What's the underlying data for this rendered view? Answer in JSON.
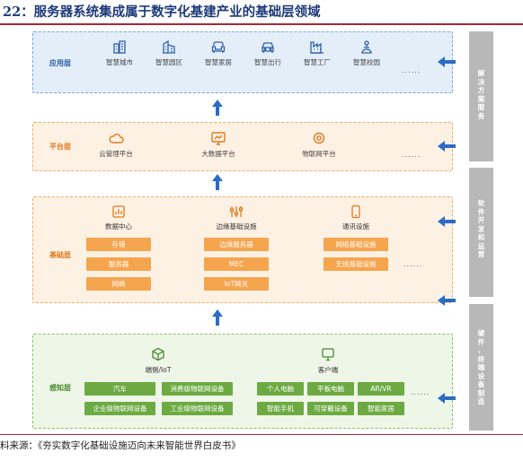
{
  "title": "22：服务器系统集成属于数字化基建产业的基础层领域",
  "footer": "料来源：《夯实数字化基础设施迈向未来智能世界白皮书》",
  "colors": {
    "blue": "#2b5fa9",
    "orange": "#f5a54e",
    "green": "#6daa43",
    "side": "#b8b8b8"
  },
  "application": {
    "label": "应用层",
    "items": [
      {
        "label": "智慧城市",
        "icon": "city-icon"
      },
      {
        "label": "智慧园区",
        "icon": "park-icon"
      },
      {
        "label": "智慧家居",
        "icon": "sofa-icon"
      },
      {
        "label": "智慧出行",
        "icon": "car-icon"
      },
      {
        "label": "智慧工厂",
        "icon": "factory-icon"
      },
      {
        "label": "智慧校园",
        "icon": "campus-icon"
      }
    ],
    "more": "......"
  },
  "platform": {
    "label": "平台层",
    "items": [
      {
        "label": "云管理平台",
        "icon": "cloud-icon"
      },
      {
        "label": "大数据平台",
        "icon": "chart-monitor-icon"
      },
      {
        "label": "物联网平台",
        "icon": "iot-icon"
      }
    ],
    "more": "......"
  },
  "base": {
    "label": "基础层",
    "columns": [
      {
        "header": "数据中心",
        "icon": "datacenter-icon",
        "items": [
          "存储",
          "服务器",
          "网络"
        ]
      },
      {
        "header": "边缘基础设施",
        "icon": "edge-icon",
        "items": [
          "边缘服务器",
          "MEC",
          "IoT网关"
        ]
      },
      {
        "header": "通讯设施",
        "icon": "phone-icon",
        "items": [
          "网络基础设施",
          "无线基础设施"
        ]
      }
    ],
    "more": "......"
  },
  "sensing": {
    "label": "感知层",
    "groups": [
      {
        "header": "端侧/IoT",
        "icon": "cube-icon",
        "items": [
          "汽车",
          "消费级物联网设备",
          "企业级物联网设备",
          "工业级物联网设备"
        ]
      },
      {
        "header": "客户端",
        "icon": "monitor-icon",
        "items": [
          "个人电脑",
          "平板电脑",
          "AR/VR",
          "智能手机",
          "可穿戴设备",
          "智能家居"
        ]
      }
    ],
    "more": "......"
  },
  "side": {
    "solution": "解决方案服务",
    "software": "软件开发和运营",
    "hardware": "硬件、终端设备制造"
  }
}
